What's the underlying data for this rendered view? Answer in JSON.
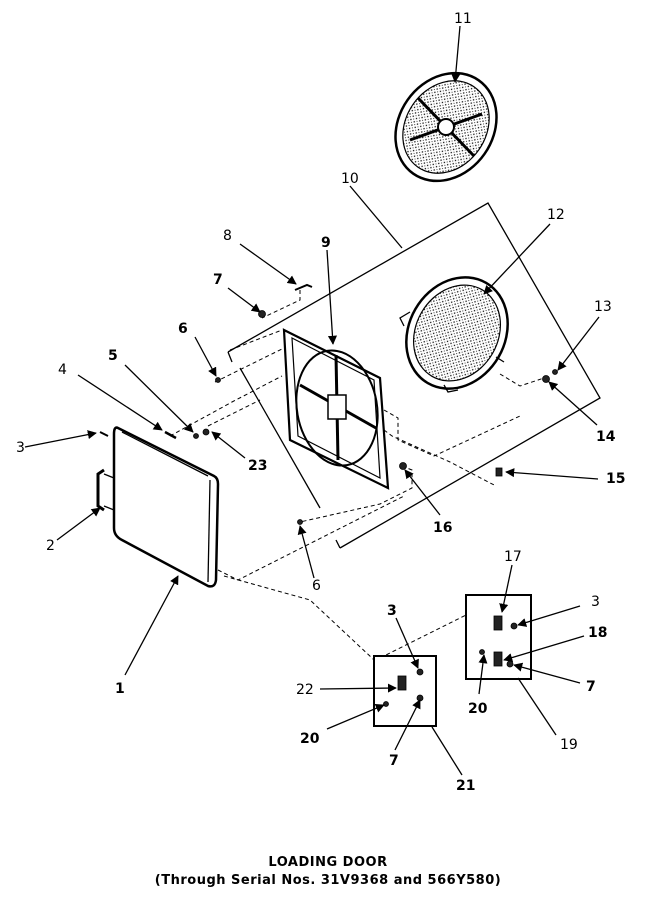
{
  "caption": {
    "line1": "LOADING DOOR",
    "line2": "(Through Serial Nos. 31V9368 and 566Y580)"
  },
  "callouts": {
    "c1": "1",
    "c2": "2",
    "c3a": "3",
    "c3b": "3",
    "c3c": "3",
    "c4": "4",
    "c5": "5",
    "c6a": "6",
    "c6b": "6",
    "c7a": "7",
    "c7b": "7",
    "c7c": "7",
    "c8": "8",
    "c9": "9",
    "c10": "10",
    "c11": "11",
    "c12": "12",
    "c13": "13",
    "c14": "14",
    "c15": "15",
    "c16": "16",
    "c17": "17",
    "c18": "18",
    "c19": "19",
    "c20a": "20",
    "c20b": "20",
    "c21": "21",
    "c22": "22",
    "c23": "23"
  }
}
